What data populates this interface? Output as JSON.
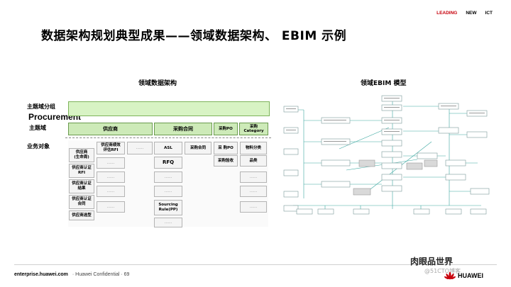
{
  "nav": {
    "leading": "LEADING",
    "new": "NEW",
    "ict": "ICT"
  },
  "title": "数据架构规划典型成果——领域数据架构、 EBIM 示例",
  "left": {
    "heading": "领域数据架构",
    "row_labels": {
      "group": "主题域分组",
      "domain": "主题域",
      "objects": "业务对象"
    },
    "group_name": "Procurement",
    "domains": [
      "供应商",
      "采购合同",
      "采购PO",
      "采购 Category"
    ],
    "objects": {
      "col1": [
        "供应商\n(生命周)",
        "供应商认证\nRFI",
        "供应商认证\n结果",
        "供应商认证\n合同",
        "供应商选型"
      ],
      "col2": [
        "供应商绩效\n评估RFI",
        "……",
        "……",
        "……",
        "……"
      ],
      "col3": [
        "……"
      ],
      "col4": [
        "ASL",
        "RFQ",
        "……",
        "……",
        "Sourcing\nRule(PP)",
        "……"
      ],
      "col5": [
        "采购合同"
      ],
      "col6": [
        "采 购PO",
        "采购验收"
      ],
      "col7": [
        "物料分类",
        "品类",
        "……",
        "……",
        "……"
      ]
    }
  },
  "right": {
    "heading": "领域EBIM 模型"
  },
  "footer": {
    "site": "enterprise.huawei.com",
    "conf": "· Huawei Confidential · 69"
  },
  "watermark": {
    "main": "肉眼品世界",
    "sub": "@51CTO博客"
  },
  "logo": {
    "text": "HUAWEI"
  }
}
